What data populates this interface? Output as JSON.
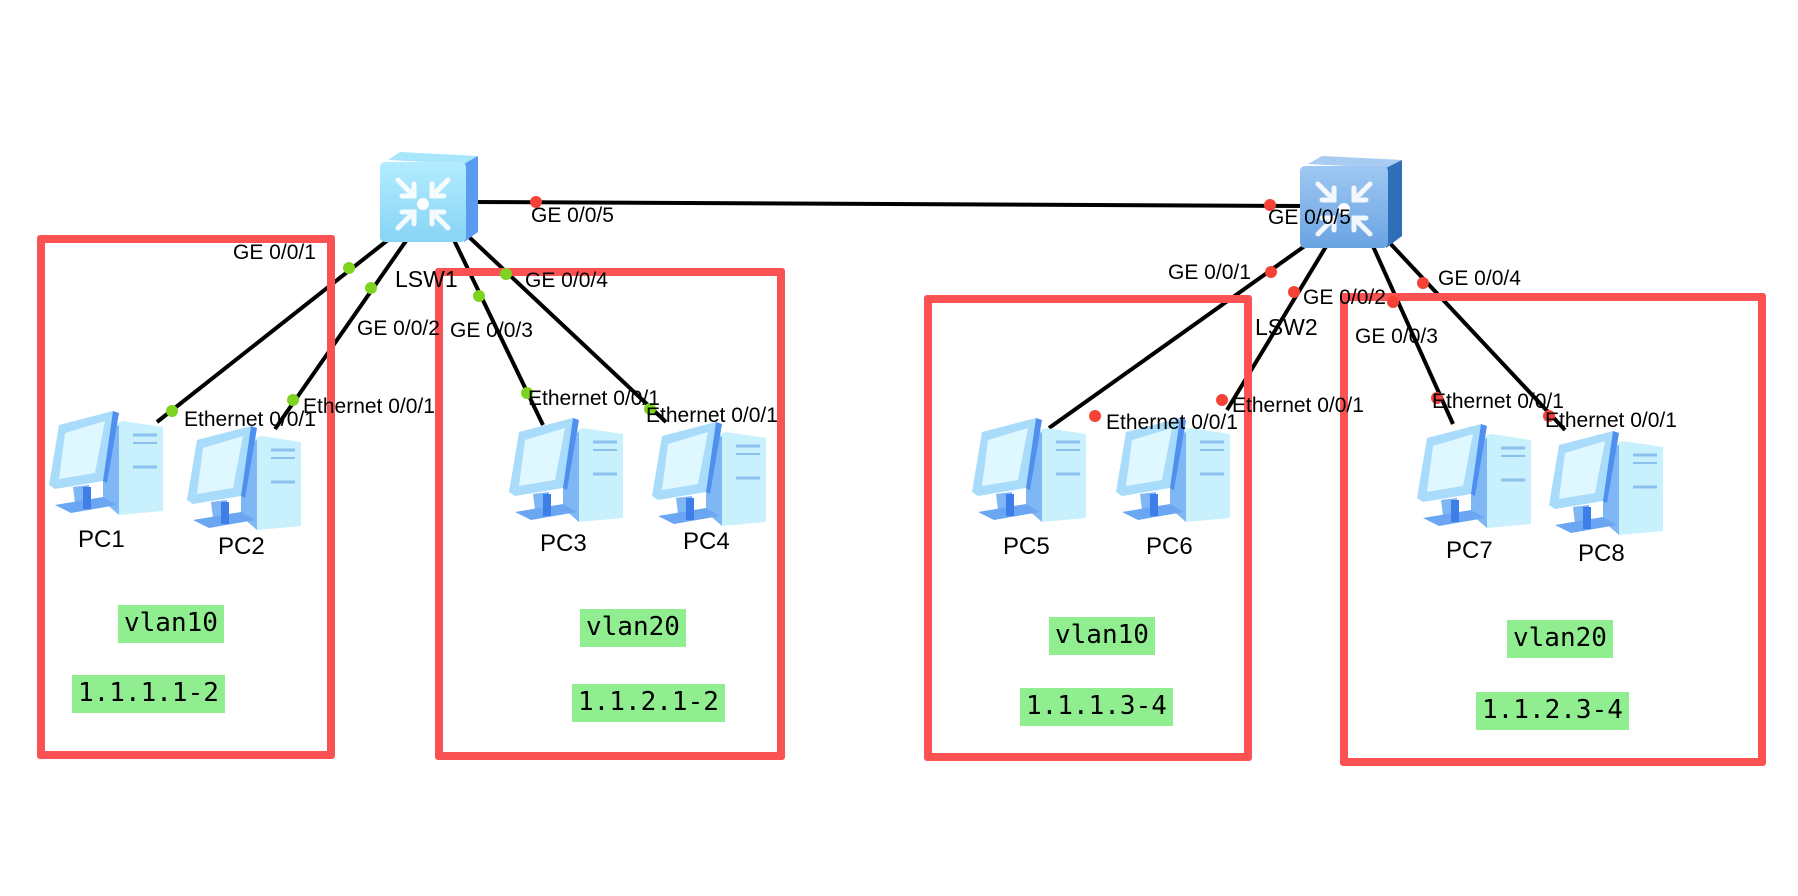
{
  "diagram": {
    "colors": {
      "vlan_box_border": "#fa5252",
      "tag_background": "#90ee90",
      "link": "#000000",
      "port_up": "#7ed321",
      "port_down": "#f44336",
      "switch1_color": "#8fdcf7",
      "switch2_color": "#6fa6e0"
    },
    "switches": [
      {
        "id": "LSW1",
        "name": "LSW1",
        "port_state": "up"
      },
      {
        "id": "LSW2",
        "name": "LSW2",
        "port_state": "down"
      }
    ],
    "pcs": [
      {
        "id": "PC1",
        "name": "PC1",
        "switch": "LSW1"
      },
      {
        "id": "PC2",
        "name": "PC2",
        "switch": "LSW1"
      },
      {
        "id": "PC3",
        "name": "PC3",
        "switch": "LSW1"
      },
      {
        "id": "PC4",
        "name": "PC4",
        "switch": "LSW1"
      },
      {
        "id": "PC5",
        "name": "PC5",
        "switch": "LSW2"
      },
      {
        "id": "PC6",
        "name": "PC6",
        "switch": "LSW2"
      },
      {
        "id": "PC7",
        "name": "PC7",
        "switch": "LSW2"
      },
      {
        "id": "PC8",
        "name": "PC8",
        "switch": "LSW2"
      }
    ],
    "links": [
      {
        "from": "LSW1",
        "from_port": "GE 0/0/5",
        "to": "LSW2",
        "to_port": "GE 0/0/5",
        "state": "down"
      },
      {
        "from": "LSW1",
        "from_port": "GE 0/0/1",
        "to": "PC1",
        "to_port": "Ethernet 0/0/1",
        "state": "up"
      },
      {
        "from": "LSW1",
        "from_port": "GE 0/0/2",
        "to": "PC2",
        "to_port": "Ethernet 0/0/1",
        "state": "up"
      },
      {
        "from": "LSW1",
        "from_port": "GE 0/0/3",
        "to": "PC3",
        "to_port": "Ethernet 0/0/1",
        "state": "up"
      },
      {
        "from": "LSW1",
        "from_port": "GE 0/0/4",
        "to": "PC4",
        "to_port": "Ethernet 0/0/1",
        "state": "up"
      },
      {
        "from": "LSW2",
        "from_port": "GE 0/0/1",
        "to": "PC5",
        "to_port": "Ethernet 0/0/1",
        "state": "down"
      },
      {
        "from": "LSW2",
        "from_port": "GE 0/0/2",
        "to": "PC6",
        "to_port": "Ethernet 0/0/1",
        "state": "down"
      },
      {
        "from": "LSW2",
        "from_port": "GE 0/0/3",
        "to": "PC7",
        "to_port": "Ethernet 0/0/1",
        "state": "down"
      },
      {
        "from": "LSW2",
        "from_port": "GE 0/0/4",
        "to": "PC8",
        "to_port": "Ethernet 0/0/1",
        "state": "down"
      }
    ],
    "vlan_groups": [
      {
        "vlan": "vlan10",
        "ip_range": "1.1.1.1-2",
        "members": [
          "PC1",
          "PC2"
        ]
      },
      {
        "vlan": "vlan20",
        "ip_range": "1.1.2.1-2",
        "members": [
          "PC3",
          "PC4"
        ]
      },
      {
        "vlan": "vlan10",
        "ip_range": "1.1.1.3-4",
        "members": [
          "PC5",
          "PC6"
        ]
      },
      {
        "vlan": "vlan20",
        "ip_range": "1.1.2.3-4",
        "members": [
          "PC7",
          "PC8"
        ]
      }
    ]
  }
}
